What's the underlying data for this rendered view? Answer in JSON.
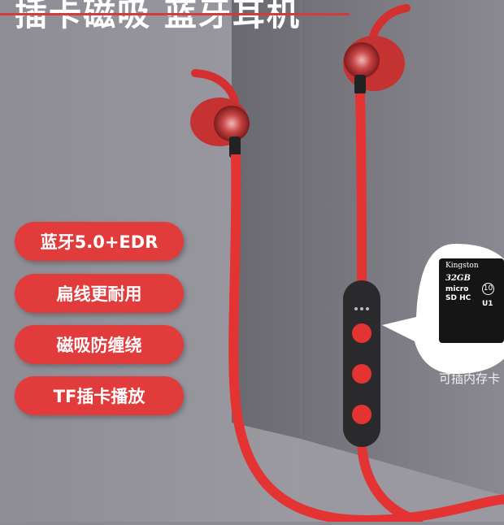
{
  "title": "插卡磁吸 蓝牙耳机",
  "features": [
    "蓝牙5.0+EDR",
    "扁线更耐用",
    "磁吸防缠绕",
    "TF插卡播放"
  ],
  "sd_card": {
    "brand": "Kingston",
    "capacity": "32GB",
    "format": "micro SD HC",
    "speed_class": "10",
    "uhs": "U1",
    "caption": "可插内存卡"
  },
  "colors": {
    "cable": "#e43333",
    "accent": "#e23b3b",
    "background_light": "#a9a7ae",
    "background_dark": "#6f6d74",
    "remote": "#2a2a2c"
  }
}
